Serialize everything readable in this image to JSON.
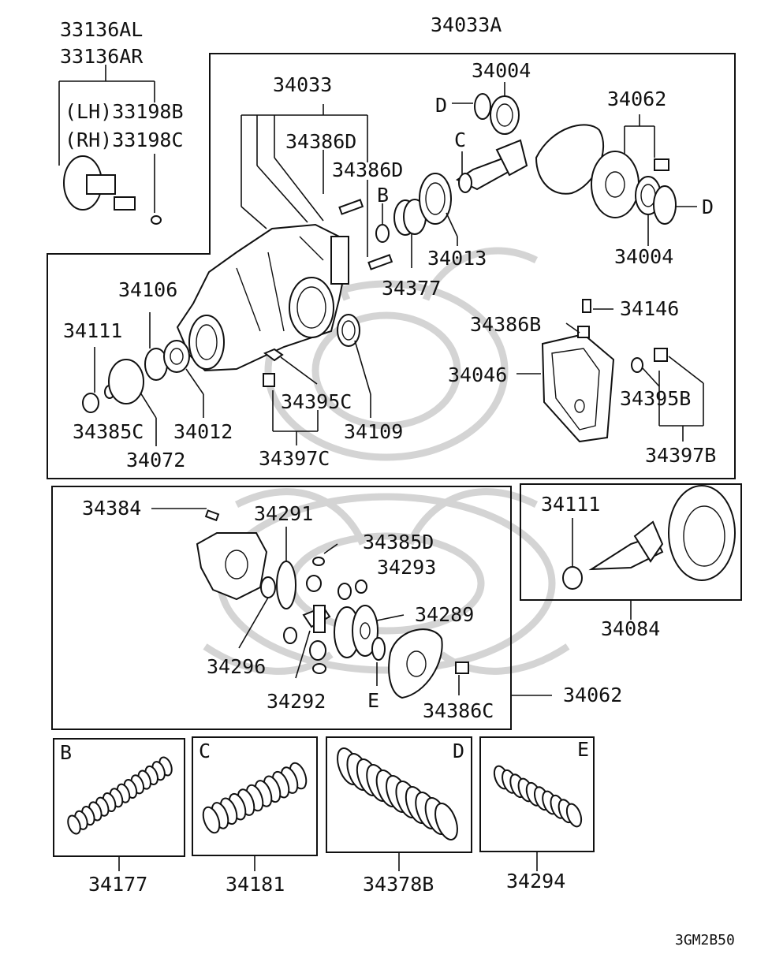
{
  "watermark": "toyota-wreath-watermark",
  "drawing_code": "3GM2B50",
  "parts": {
    "hub_al": "33136AL",
    "hub_ar": "33136AR",
    "hub_lh": "(LH)33198B",
    "hub_rh": "(RH)33198C",
    "assy": "34033A",
    "carrier": "34033",
    "bolt_d1": "34386D",
    "bolt_d2": "34386D",
    "bearing_top": "34004",
    "bearing_right": "34004",
    "case_top": "34062",
    "case_assy": "34062",
    "bearing_mid": "34013",
    "spacer": "34377",
    "companion": "34106",
    "nut_left": "34111",
    "nut_pinion": "34111",
    "breather": "34146",
    "bolt_b": "34386B",
    "cover": "34046",
    "washer_b": "34395B",
    "plug_b": "34397B",
    "washer_c": "34395C",
    "plug_c": "34397C",
    "seal_left": "34012",
    "seal_right": "34109",
    "washer_nut": "34385C",
    "flange": "34072",
    "screw": "34384",
    "ring_gear": "34291",
    "washer_d": "34385D",
    "side_gear": "34293",
    "pinion_shaft": "34289",
    "thrust_washer": "34296",
    "pinion_gear": "34292",
    "bolt_c": "34386C",
    "gear_set": "34084",
    "shim_b": "34177",
    "shim_c": "34181",
    "shim_d": "34378B",
    "shim_e": "34294"
  },
  "callouts": {
    "b1": "B",
    "c1": "C",
    "d1": "D",
    "d2": "D",
    "e1": "E",
    "box_b": "B",
    "box_c": "C",
    "box_d": "D",
    "box_e": "E"
  }
}
